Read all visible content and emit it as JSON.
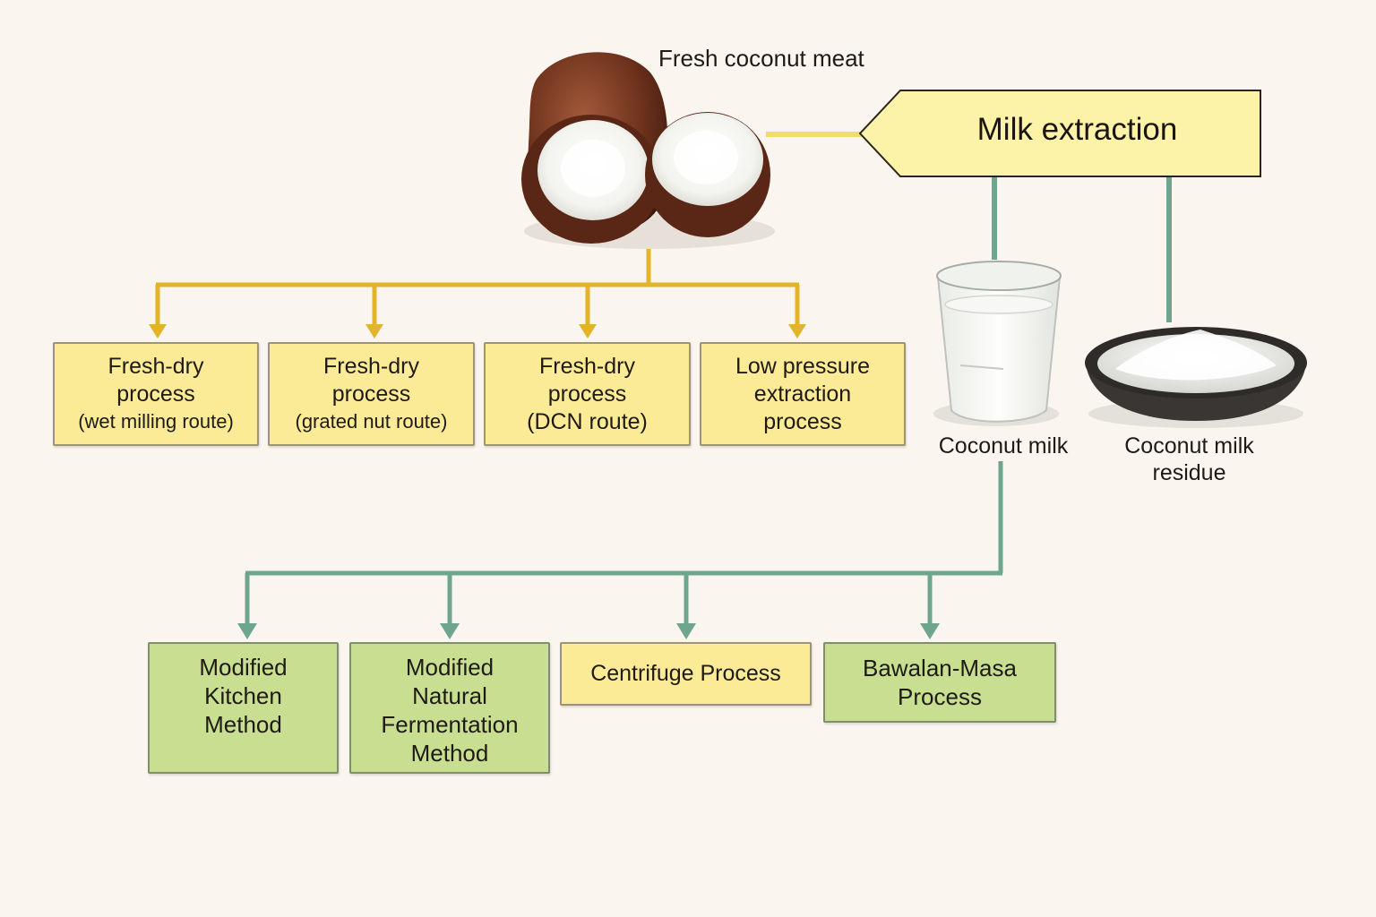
{
  "source": {
    "label": "Fresh coconut meat"
  },
  "extraction": {
    "label": "Milk extraction"
  },
  "products": {
    "milk": {
      "label": "Coconut milk"
    },
    "residue": {
      "label_line1": "Coconut milk",
      "label_line2": "residue"
    }
  },
  "fresh_dry_routes": [
    {
      "line1": "Fresh-dry",
      "line2": "process",
      "line3": "(wet milling route)"
    },
    {
      "line1": "Fresh-dry",
      "line2": "process",
      "line3": "(grated nut route)"
    },
    {
      "line1": "Fresh-dry",
      "line2": "process",
      "line3": "(DCN route)"
    },
    {
      "line1": "Low pressure",
      "line2": "extraction",
      "line3": "process"
    }
  ],
  "milk_methods": [
    {
      "line1": "Modified",
      "line2": "Kitchen",
      "line3": "Method",
      "line4": ""
    },
    {
      "line1": "Modified",
      "line2": "Natural",
      "line3": "Fermentation",
      "line4": "Method"
    },
    {
      "line1": "Centrifuge Process",
      "line2": "",
      "line3": "",
      "line4": ""
    },
    {
      "line1": "Bawalan-Masa",
      "line2": "Process",
      "line3": "",
      "line4": ""
    }
  ],
  "colors": {
    "background": "#fbf5ef",
    "gold_connector": "#e3b42a",
    "teal_connector": "#6ea58f",
    "yellow_box": "#fbeb97",
    "green_box": "#c8df91",
    "coconut_shell": "#6b3320",
    "bowl": "#3a3633"
  },
  "icons": [
    "coconut-icon",
    "glass-of-milk-icon",
    "bowl-of-residue-icon"
  ]
}
